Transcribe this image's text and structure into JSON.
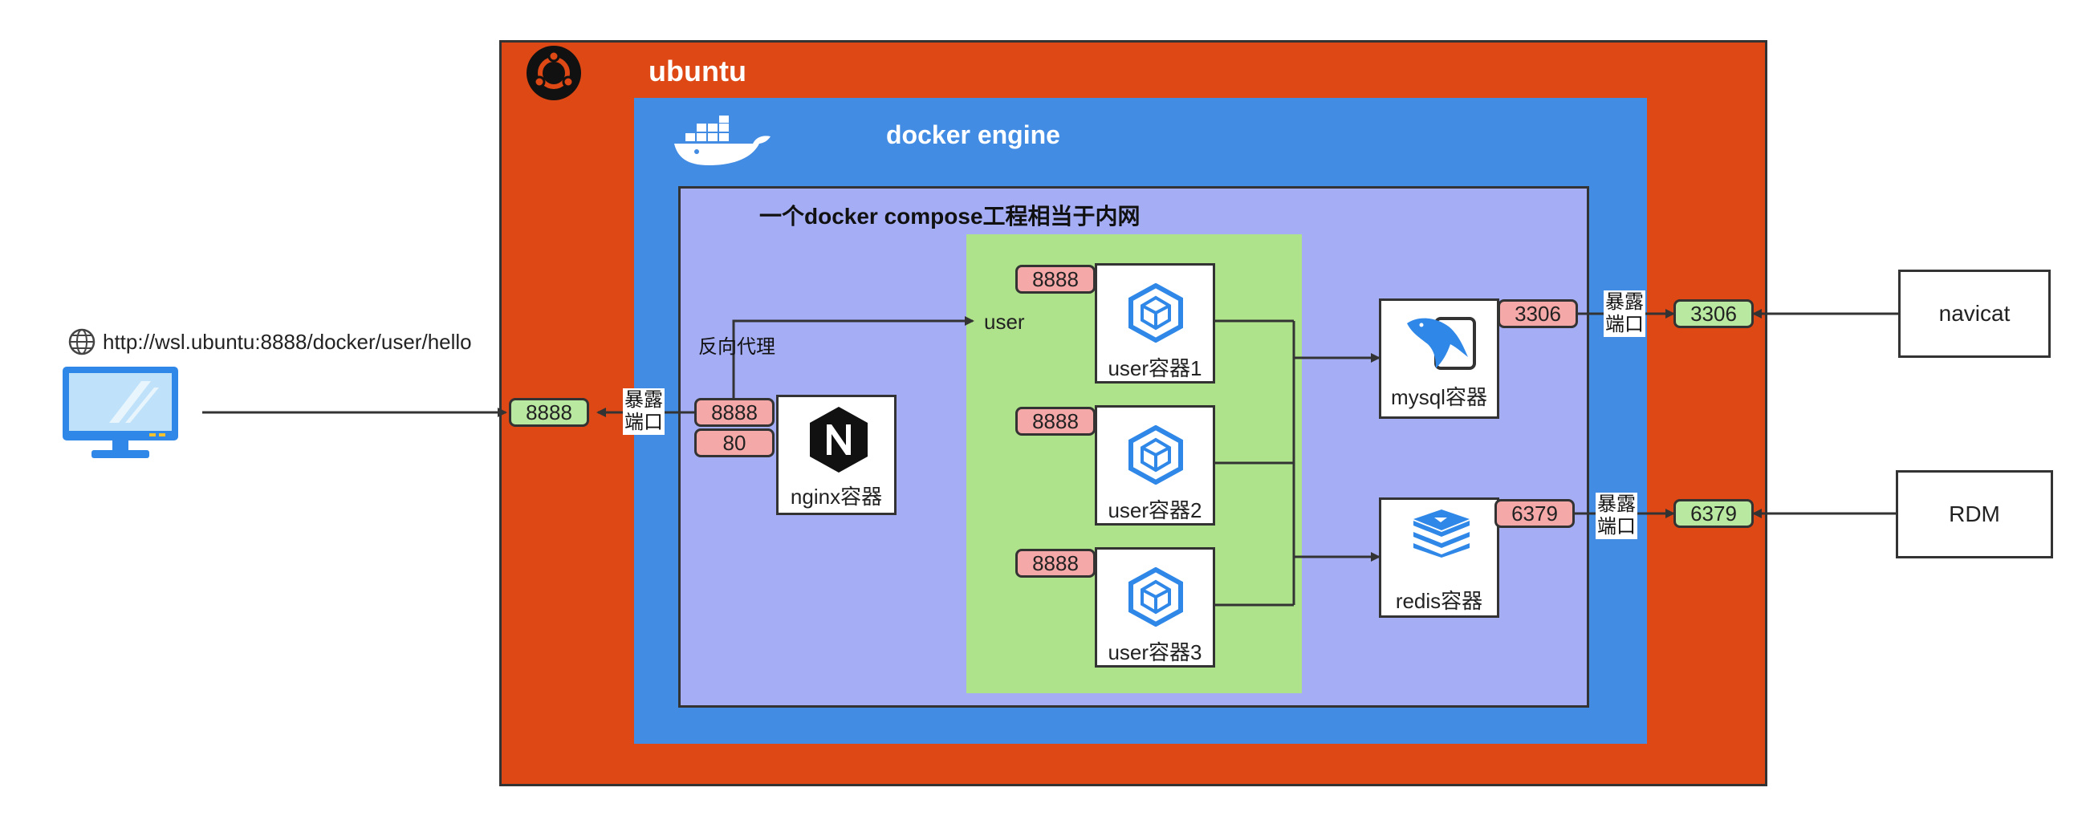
{
  "ubuntu": {
    "title": "ubuntu",
    "icon": "ubuntu-logo-icon",
    "color": "#dd4814"
  },
  "docker": {
    "title": "docker engine",
    "icon": "docker-whale-icon",
    "color": "#438ce4"
  },
  "compose": {
    "title": "一个docker compose工程相当于内网",
    "color": "#a5adf4"
  },
  "client": {
    "url": "http://wsl.ubuntu:8888/docker/user/hello",
    "icons": [
      "globe-icon",
      "monitor-icon"
    ]
  },
  "nginx": {
    "label": "nginx容器",
    "port_outer": "8888",
    "port_inner": "80",
    "icon": "nginx-icon"
  },
  "proxy_label": "反向代理",
  "user_group_label": "user",
  "users": [
    {
      "label": "user容器1",
      "port": "8888"
    },
    {
      "label": "user容器2",
      "port": "8888"
    },
    {
      "label": "user容器3",
      "port": "8888"
    }
  ],
  "mysql": {
    "label": "mysql容器",
    "port": "3306",
    "icon": "mysql-dolphin-icon"
  },
  "redis": {
    "label": "redis容器",
    "port": "6379",
    "icon": "redis-icon"
  },
  "exposed": {
    "left": {
      "port": "8888",
      "label_line1": "暴露",
      "label_line2": "端口"
    },
    "mysql": {
      "port": "3306",
      "label_line1": "暴露",
      "label_line2": "端口"
    },
    "redis": {
      "port": "6379",
      "label_line1": "暴露",
      "label_line2": "端口"
    }
  },
  "external": {
    "navicat": "navicat",
    "rdm": "RDM"
  }
}
